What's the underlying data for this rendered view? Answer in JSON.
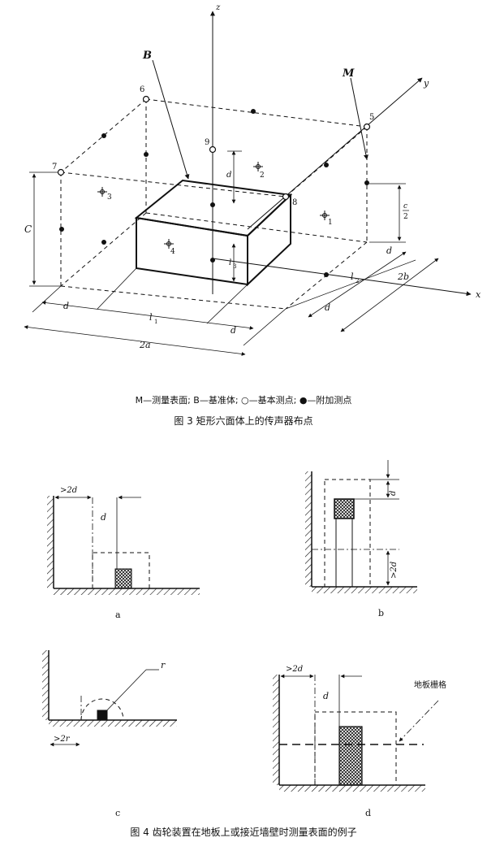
{
  "fig3": {
    "labels": {
      "z": "z",
      "y": "y",
      "x": "x",
      "B": "B",
      "M": "M",
      "p5": "5",
      "p6": "6",
      "p7": "7",
      "p8": "8",
      "p9": "9",
      "p1": "1",
      "p2": "2",
      "p3": "3",
      "p4": "4",
      "C": "C",
      "c_over_2_num": "c",
      "c_over_2_den": "2",
      "d": "d",
      "l1": "l",
      "l1_sub": "1",
      "l2": "l",
      "l2_sub": "2",
      "l3": "l",
      "l3_sub": "3",
      "two_a": "2a",
      "two_b": "2b"
    },
    "legend": "M—测量表面; B—基准体; ○—基本测点; ●—附加测点",
    "caption": "图 3   矩形六面体上的传声器布点"
  },
  "fig4": {
    "a": {
      "gt2d": ">2d",
      "d": "d",
      "sub": "a"
    },
    "b": {
      "d": "d",
      "gt2d": ">2d",
      "sub": "b"
    },
    "c": {
      "gt2r": ">2r",
      "r": "r",
      "sub": "c"
    },
    "d": {
      "gt2d": ">2d",
      "d": "d",
      "grid_label": "地板栅格",
      "sub": "d"
    },
    "caption": "图 4   齿轮装置在地板上或接近墙壁时测量表面的例子"
  }
}
